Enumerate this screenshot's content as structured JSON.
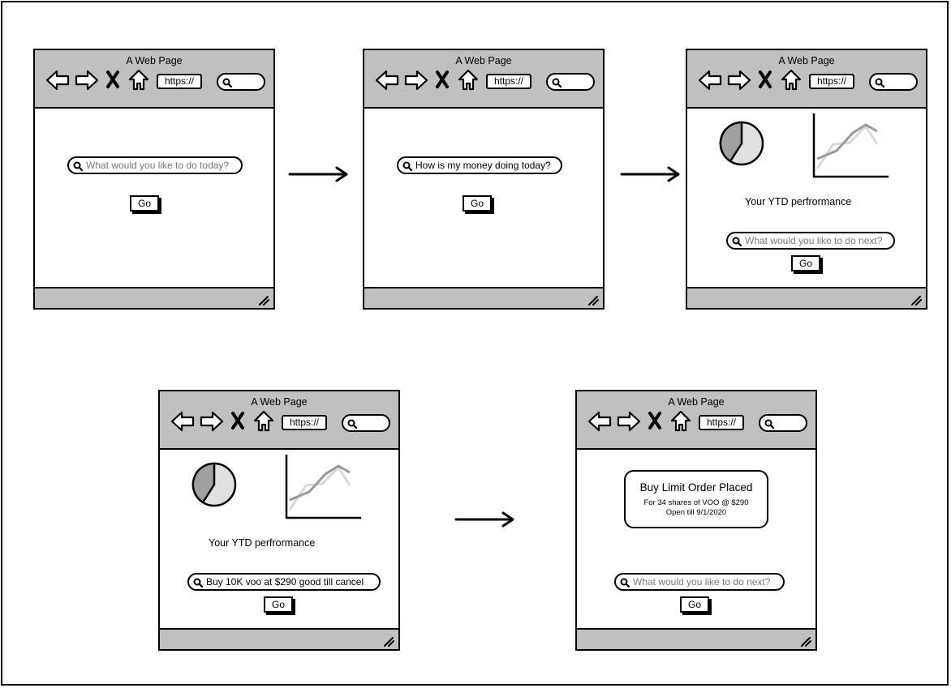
{
  "browser": {
    "window_title": "A Web Page",
    "url_text": "https://"
  },
  "screens": [
    {
      "search_placeholder": "What would you like to do today?",
      "go_label": "Go"
    },
    {
      "search_value": "How is my money doing today?",
      "go_label": "Go"
    },
    {
      "performance_label": "Your YTD perfrormance",
      "search_placeholder": "What would you like to do next?",
      "go_label": "Go"
    },
    {
      "performance_label": "Your YTD perfrormance",
      "search_value": "Buy 10K voo at $290 good till cancel",
      "go_label": "Go"
    },
    {
      "order_title": "Buy Limit Order Placed",
      "order_line1": "For 34 shares of VOO @ $290",
      "order_line2": "Open till 9/1/2020",
      "search_placeholder": "What would you like to do next?",
      "go_label": "Go"
    }
  ],
  "colors": {
    "chrome": "#c0c0c0",
    "pie_dark": "#a0a0a0",
    "pie_light": "#e0e0e0",
    "line_dark": "#9a9a9a",
    "line_light": "#d8d8d8"
  },
  "icons": [
    "back-arrow-icon",
    "forward-arrow-icon",
    "close-x-icon",
    "home-icon",
    "search-icon",
    "resize-grip-icon",
    "flow-arrow-icon"
  ]
}
